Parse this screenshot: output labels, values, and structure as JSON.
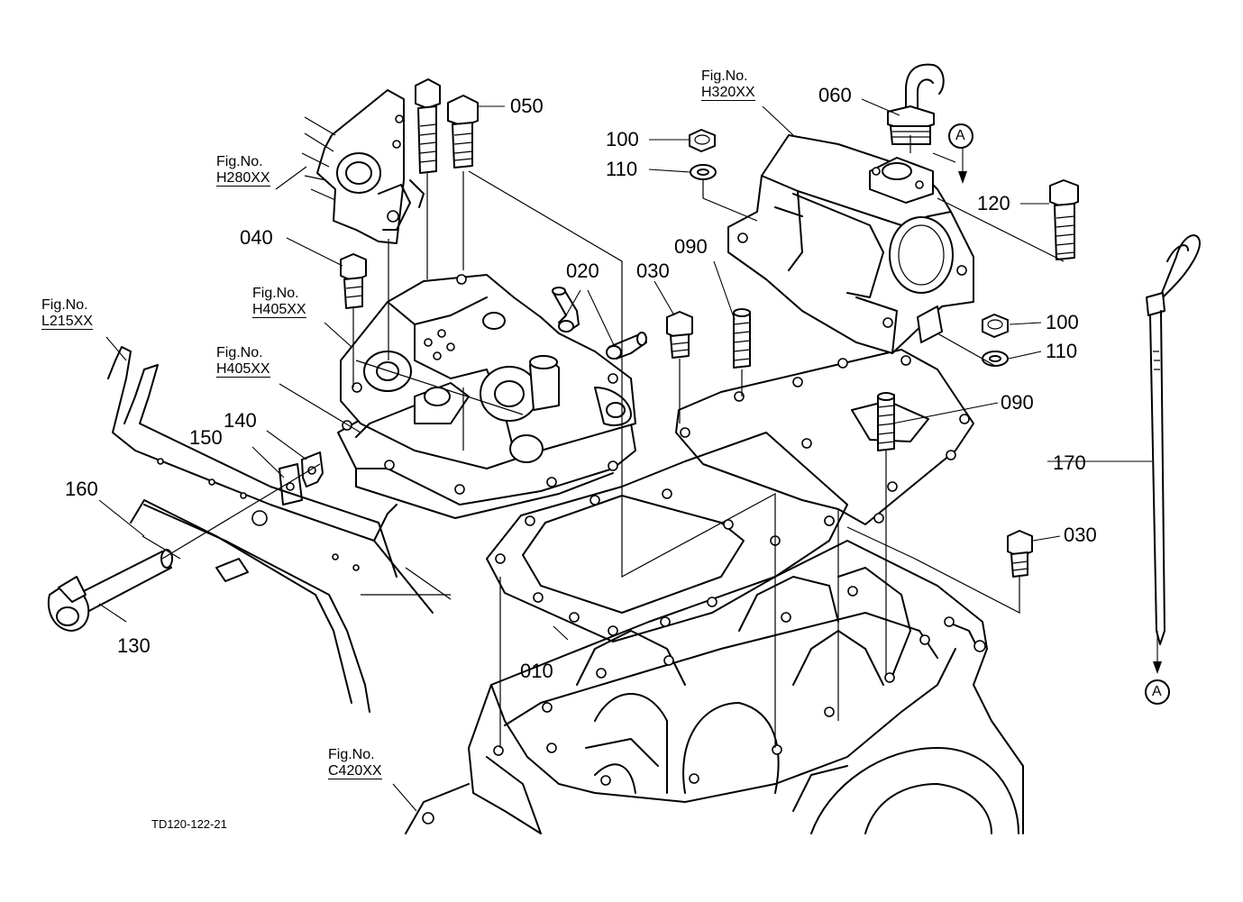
{
  "part_labels": {
    "p050": "050",
    "p060": "060",
    "p100a": "100",
    "p110a": "110",
    "p120": "120",
    "p040": "040",
    "p020": "020",
    "p030a": "030",
    "p090a": "090",
    "p100b": "100",
    "p110b": "110",
    "p090b": "090",
    "p140": "140",
    "p150": "150",
    "p160": "160",
    "p170": "170",
    "p030b": "030",
    "p130": "130",
    "p010": "010"
  },
  "figure_refs": [
    {
      "id": "h320",
      "caption": "Fig.No.",
      "code": "H320XX"
    },
    {
      "id": "h280",
      "caption": "Fig.No.",
      "code": "H280XX"
    },
    {
      "id": "l215",
      "caption": "Fig.No.",
      "code": "L215XX"
    },
    {
      "id": "h405a",
      "caption": "Fig.No.",
      "code": "H405XX"
    },
    {
      "id": "h405b",
      "caption": "Fig.No.",
      "code": "H405XX"
    },
    {
      "id": "c420",
      "caption": "Fig.No.",
      "code": "C420XX"
    }
  ],
  "markers": {
    "top": "A",
    "bottom": "A"
  },
  "drawing_code": "TD120-122-21"
}
